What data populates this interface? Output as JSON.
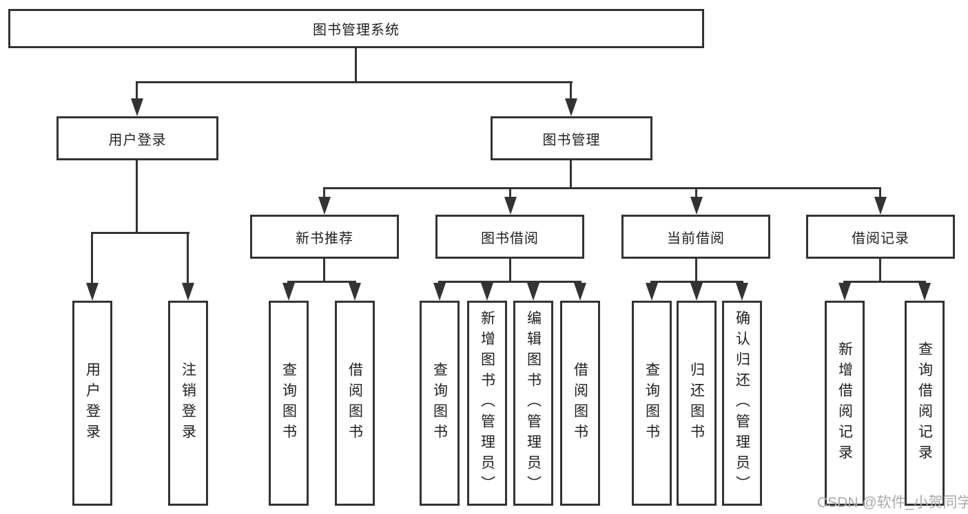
{
  "diagram": {
    "root": {
      "label": "图书管理系统"
    },
    "level2": [
      {
        "label": "用户登录"
      },
      {
        "label": "图书管理"
      }
    ],
    "level3": [
      {
        "label": "新书推荐",
        "parent": "图书管理"
      },
      {
        "label": "图书借阅",
        "parent": "图书管理"
      },
      {
        "label": "当前借阅",
        "parent": "图书管理"
      },
      {
        "label": "借阅记录",
        "parent": "图书管理"
      }
    ],
    "leaves": [
      {
        "label": "用户登录",
        "parent": "用户登录"
      },
      {
        "label": "注销登录",
        "parent": "用户登录"
      },
      {
        "label": "查询图书",
        "parent": "新书推荐"
      },
      {
        "label": "借阅图书",
        "parent": "新书推荐"
      },
      {
        "label": "查询图书",
        "parent": "图书借阅"
      },
      {
        "label": "新增图书（管理员）",
        "parent": "图书借阅"
      },
      {
        "label": "编辑图书（管理员）",
        "parent": "图书借阅"
      },
      {
        "label": "借阅图书",
        "parent": "图书借阅"
      },
      {
        "label": "查询图书",
        "parent": "当前借阅"
      },
      {
        "label": "归还图书",
        "parent": "当前借阅"
      },
      {
        "label": "确认归还（管理员）",
        "parent": "当前借阅"
      },
      {
        "label": "新增借阅记录",
        "parent": "借阅记录"
      },
      {
        "label": "查询借阅记录",
        "parent": "借阅记录"
      }
    ]
  },
  "watermark": {
    "text": "CSDN @软件_小贺同学"
  },
  "colors": {
    "line": "#333333",
    "box_fill": "#ffffff",
    "text": "#1f1f1f",
    "watermark": "#a9a9a9",
    "background": "#ffffff"
  }
}
